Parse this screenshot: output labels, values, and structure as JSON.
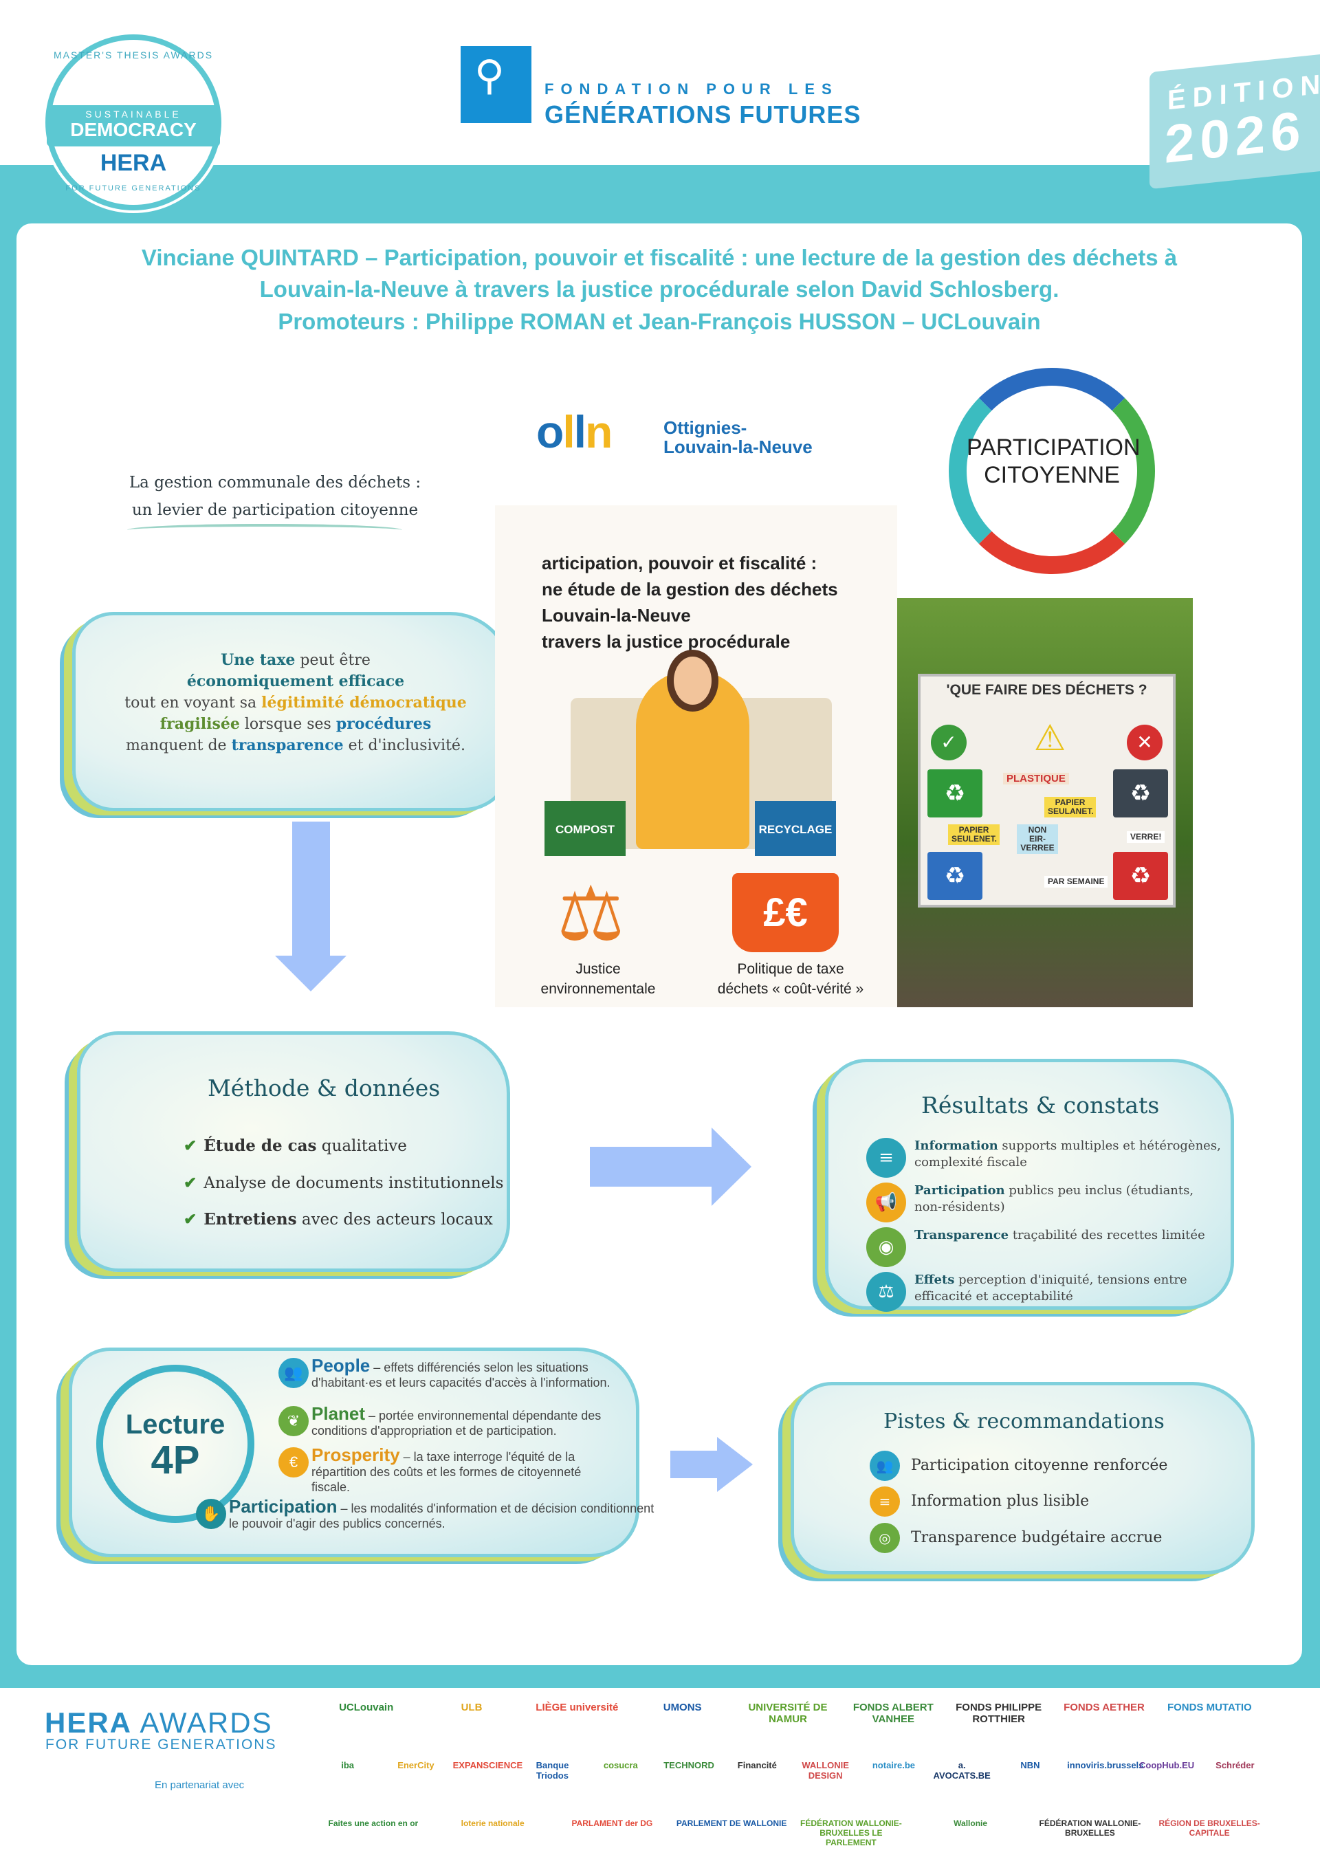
{
  "header": {
    "badge": {
      "top_arc": "MASTER'S THESIS AWARDS",
      "ribbon_small": "SUSTAINABLE",
      "ribbon_big": "DEMOCRACY",
      "mark": "HERA",
      "bottom_arc": "FOR FUTURE GENERATIONS"
    },
    "foundation": {
      "line1": "FONDATION POUR LES",
      "line2": "GÉNÉRATIONS FUTURES"
    },
    "edition": {
      "label": "ÉDITION",
      "year": "2026"
    }
  },
  "title": {
    "line1": "Vinciane QUINTARD – Participation, pouvoir et fiscalité : une lecture de la gestion des déchets à",
    "line2": "Louvain-la-Neuve à travers la justice procédurale selon David Schlosberg.",
    "line3": "Promoteurs : Philippe ROMAN et Jean-François HUSSON – UCLouvain"
  },
  "intro": {
    "line1": "La gestion communale des déchets :",
    "line2": "un levier de participation citoyenne"
  },
  "thesis_bubble": {
    "t1": "Une taxe",
    "t2": " peut être",
    "t3": "économiquement efficace",
    "t4": "tout en voyant sa ",
    "t5": "légitimité démocratique",
    "t6": "fragilisée",
    "t7": " lorsque ses ",
    "t8": "procédures",
    "t9": "manquent de ",
    "t10": "transparence",
    "t11": " et d'inclusivité."
  },
  "olln": {
    "name1": "Ottignies-",
    "name2": "Louvain-la-Neuve"
  },
  "participation_logo": {
    "line1": "PARTICIPATION",
    "line2": "CITOYENNE"
  },
  "infographic": {
    "heading": [
      "articipation, pouvoir et fiscalité :",
      "ne étude de la gestion des déchets",
      " Louvain-la-Neuve",
      " travers la justice procédurale"
    ],
    "bin_compost": "COMPOST",
    "bin_recycle": "RECYCLAGE",
    "currency": "£€",
    "caption1": [
      "Justice",
      "environnementale"
    ],
    "caption2": [
      "Politique de taxe",
      "déchets « coût-vérité »"
    ]
  },
  "photo": {
    "sign_title": "'QUE FAIRE DES DÉCHETS ?",
    "labels": [
      "PLASTIQUE",
      "PAPIER SEULANET.",
      "NON EIR-VERREE",
      "PAPIER SEULENET.",
      "VERRE!",
      "PAR SEMAINE"
    ]
  },
  "methode": {
    "title": "Méthode & données",
    "items": [
      {
        "bold": "Étude de cas",
        "rest": " qualitative"
      },
      {
        "bold": "",
        "rest": "Analyse de documents institutionnels"
      },
      {
        "bold": "Entretiens",
        "rest": " avec des acteurs locaux"
      }
    ]
  },
  "resultats": {
    "title": "Résultats & constats",
    "items": [
      {
        "label": "Information",
        "text": " supports multiples et hétérogènes, complexité fiscale",
        "color": "#2aa3b8",
        "icon": "≡"
      },
      {
        "label": "Participation",
        "text": " publics peu inclus (étudiants, non-résidents)",
        "color": "#f0a81c",
        "icon": "📢"
      },
      {
        "label": "Transparence",
        "text": " traçabilité des recettes limitée",
        "color": "#6aab3f",
        "icon": "◉"
      },
      {
        "label": "Effets",
        "text": " perception d'iniquité, tensions entre efficacité et acceptabilité",
        "color": "#2aa3b8",
        "icon": "⚖"
      }
    ]
  },
  "lecture4p": {
    "title1": "Lecture",
    "title2": "4P",
    "items": [
      {
        "label": "People",
        "text": " – effets différenciés selon les situations d'habitant·es et leurs capacités d'accès à l'information.",
        "color": "#1d6fa5",
        "icon_color": "#2aa3c8",
        "icon": "👥"
      },
      {
        "label": "Planet",
        "text": " – portée environnemental dépendante des conditions d'appropriation et de participation.",
        "color": "#3f8a3a",
        "icon_color": "#6aab3f",
        "icon": "❦"
      },
      {
        "label": "Prosperity",
        "text": " – la taxe interroge l'équité de la répartition des coûts et les formes de citoyenneté fiscale.",
        "color": "#e3961a",
        "icon_color": "#f0a81c",
        "icon": "€"
      },
      {
        "label": "Participation",
        "text": " – les modalités d'information et de décision conditionnent le pouvoir d'agir des publics concernés.",
        "color": "#1d6777",
        "icon_color": "#1e8e9a",
        "icon": "✋"
      }
    ]
  },
  "pistes": {
    "title": "Pistes & recommandations",
    "items": [
      {
        "text": "Participation citoyenne renforcée",
        "color": "#2aa3c8",
        "icon": "👥"
      },
      {
        "text": "Information plus lisible",
        "color": "#f0a81c",
        "icon": "≡"
      },
      {
        "text": "Transparence budgétaire accrue",
        "color": "#6aab3f",
        "icon": "◎"
      }
    ]
  },
  "footer": {
    "hera1": "HERA",
    "hera2": " AWARDS",
    "sub": "FOR FUTURE GENERATIONS",
    "partner": "En partenariat avec",
    "row1": [
      "UCLouvain",
      "ULB",
      "LIÈGE université",
      "UMONS",
      "UNIVERSITÉ DE NAMUR",
      "FONDS ALBERT VANHEE",
      "FONDS PHILIPPE ROTTHIER",
      "FONDS AETHER",
      "FONDS MUTATIO"
    ],
    "row2": [
      "iba",
      "EnerCity",
      "EXPANSCIENCE",
      "Banque Triodos",
      "cosucra",
      "TECHNORD",
      "Financité",
      "WALLONIE DESIGN",
      "notaire.be",
      "a. AVOCATS.BE",
      "NBN",
      "innoviris.brussels",
      "CoopHub.EU",
      "Schréder"
    ],
    "row3": [
      "Faites une action en or",
      "loterie nationale",
      "PARLAMENT der DG",
      "PARLEMENT DE WALLONIE",
      "FÉDÉRATION WALLONIE-BRUXELLES LE PARLEMENT",
      "Wallonie",
      "FÉDÉRATION WALLONIE-BRUXELLES",
      "RÉGION DE BRUXELLES-CAPITALE"
    ]
  }
}
